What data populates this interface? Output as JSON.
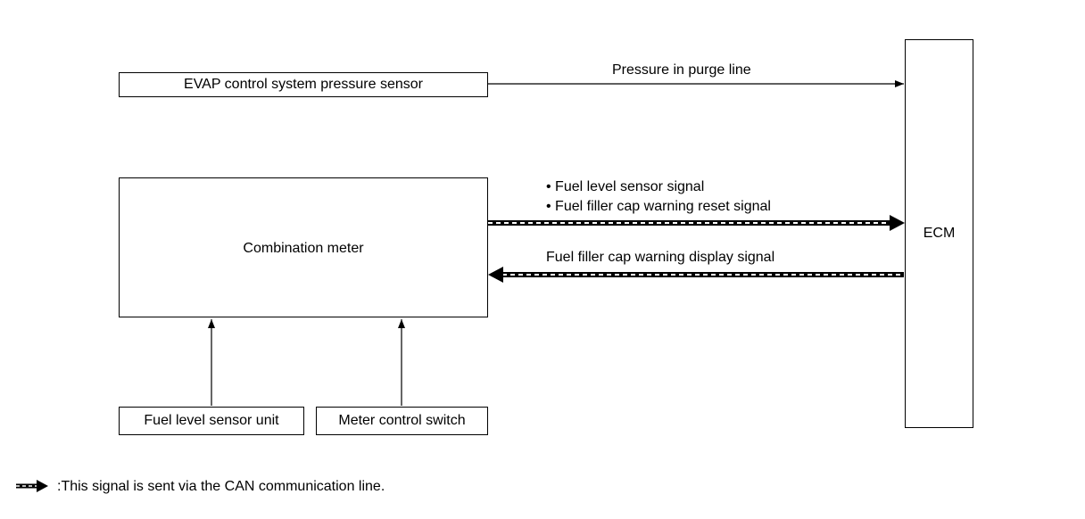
{
  "boxes": {
    "evap": "EVAP control system pressure sensor",
    "combination": "Combination meter",
    "fuel_level_unit": "Fuel level sensor unit",
    "meter_switch": "Meter control switch",
    "ecm": "ECM"
  },
  "signals": {
    "pressure": "Pressure in purge line",
    "to_ecm_1": "• Fuel level sensor signal",
    "to_ecm_2": "• Fuel filler cap warning reset signal",
    "to_meter": "Fuel filler cap warning display signal"
  },
  "legend": {
    "text": ":This signal is sent via the CAN communication line."
  }
}
